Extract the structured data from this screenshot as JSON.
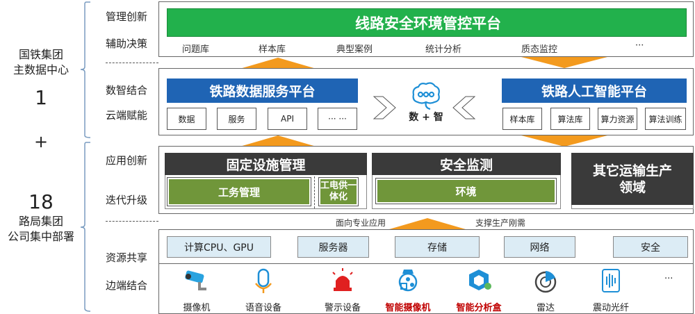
{
  "left": {
    "org1_line1": "国铁集团",
    "org1_line2": "主数据中心",
    "count1": "1",
    "plus": "+",
    "count2": "18",
    "org2_line1": "路局集团",
    "org2_line2": "公司集中部署"
  },
  "rows": {
    "r1a": "管理创新",
    "r1b": "辅助决策",
    "r2a": "数智结合",
    "r2b": "云端赋能",
    "r3a": "应用创新",
    "r3b": "迭代升级",
    "r4a": "资源共享",
    "r4b": "边端结合"
  },
  "top": {
    "title": "线路安全环境管控平台",
    "items": [
      "问题库",
      "样本库",
      "典型案例",
      "统计分析",
      "质态监控",
      "···"
    ]
  },
  "data_platform": {
    "title": "铁路数据服务平台",
    "items": [
      "数据",
      "服务",
      "API",
      "··· ···"
    ]
  },
  "center": {
    "label": "数 + 智"
  },
  "ai_platform": {
    "title": "铁路人工智能平台",
    "items": [
      "样本库",
      "算法库",
      "算力资源",
      "算法训练"
    ]
  },
  "apps": {
    "fixed": "固定设施管理",
    "gongwu": "工务管理",
    "gongdian": "工电供一体化",
    "safety": "安全监测",
    "env": "环境",
    "other": "其它运输生产领域"
  },
  "middle": {
    "left_text": "面向专业应用",
    "right_text": "支撑生产刚需"
  },
  "resources": [
    "计算CPU、GPU",
    "服务器",
    "存储",
    "网络",
    "安全"
  ],
  "devices": [
    {
      "label": "摄像机",
      "icon": "camera-icon"
    },
    {
      "label": "语音设备",
      "icon": "microphone-icon"
    },
    {
      "label": "警示设备",
      "icon": "alarm-light-icon"
    },
    {
      "label": "智能摄像机",
      "icon": "smart-camera-icon",
      "highlight": true
    },
    {
      "label": "智能分析盒",
      "icon": "analysis-box-icon",
      "highlight": true
    },
    {
      "label": "雷达",
      "icon": "radar-icon"
    },
    {
      "label": "震动光纤",
      "icon": "vibration-fiber-icon"
    }
  ],
  "devices_more": "···",
  "colors": {
    "green": "#22b14c",
    "blue": "#1f64b4",
    "orange": "#f39a1e",
    "dark": "#3a3a3a",
    "olive": "#70963a",
    "highlight": "#c00000"
  }
}
